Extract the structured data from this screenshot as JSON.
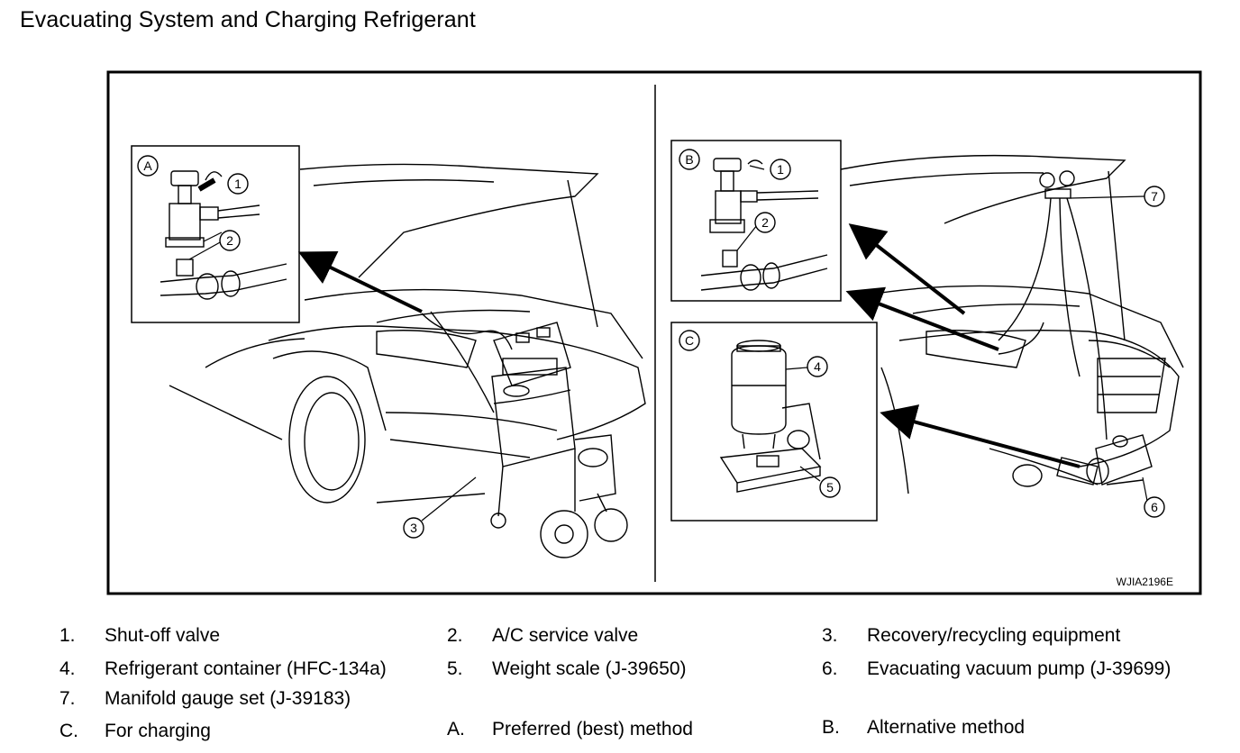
{
  "title": "Evacuating System and Charging Refrigerant",
  "figure_id": "WJIA2196E",
  "callouts": {
    "inset_a": "A",
    "inset_b": "B",
    "inset_c": "C",
    "n1": "1",
    "n2": "2",
    "n3": "3",
    "n4": "4",
    "n5": "5",
    "n6": "6",
    "n7": "7"
  },
  "legend": [
    {
      "num": "1.",
      "text": "Shut-off valve"
    },
    {
      "num": "2.",
      "text": "A/C service valve"
    },
    {
      "num": "3.",
      "text": "Recovery/recycling equipment"
    },
    {
      "num": "4.",
      "text": "Refrigerant container (HFC-134a)"
    },
    {
      "num": "5.",
      "text": "Weight scale (J-39650)"
    },
    {
      "num": "6.",
      "text": "Evacuating vacuum pump (J-39699)"
    },
    {
      "num": "7.",
      "text": "Manifold gauge set (J-39183)"
    },
    {
      "num": "C.",
      "text": "For charging"
    },
    {
      "num": "A.",
      "text": "Preferred (best) method"
    },
    {
      "num": "B.",
      "text": "Alternative method"
    }
  ]
}
